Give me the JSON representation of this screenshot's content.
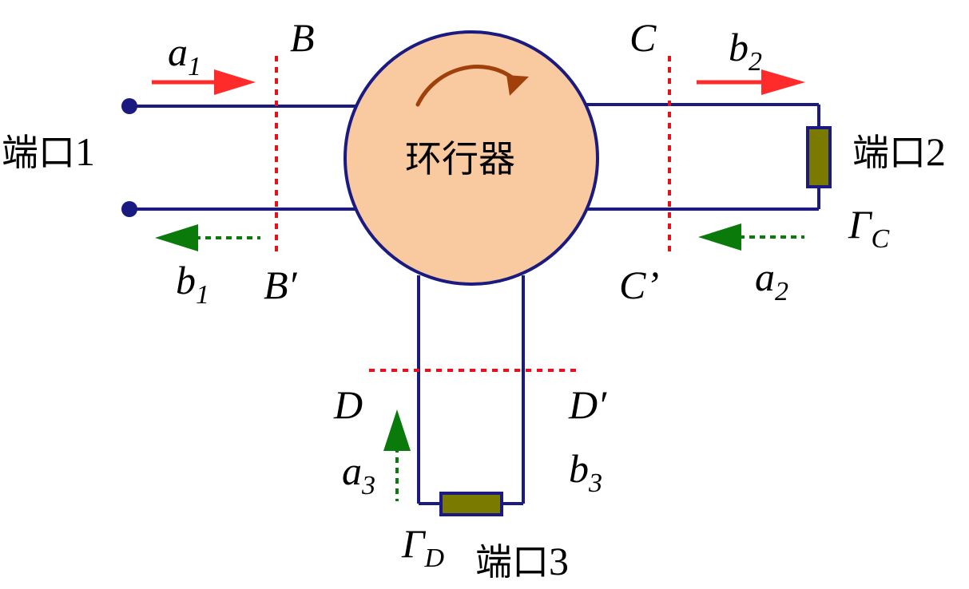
{
  "device": {
    "name": "环行器"
  },
  "ports": [
    {
      "prefix": "端口",
      "number": "1"
    },
    {
      "prefix": "端口",
      "number": "2"
    },
    {
      "prefix": "端口",
      "number": "3"
    }
  ],
  "reference_planes": {
    "B": "B",
    "B_prime": "B′",
    "C": "C",
    "C_prime": "C’",
    "D": "D",
    "D_prime": "D′"
  },
  "waves": {
    "a1": {
      "base": "a",
      "sub": "1"
    },
    "b1": {
      "base": "b",
      "sub": "1"
    },
    "a2": {
      "base": "a",
      "sub": "2"
    },
    "b2": {
      "base": "b",
      "sub": "2"
    },
    "a3": {
      "base": "a",
      "sub": "3"
    },
    "b3": {
      "base": "b",
      "sub": "3"
    }
  },
  "reflection": {
    "gamma_c": {
      "base": "Γ",
      "sub": "C"
    },
    "gamma_d": {
      "base": "Γ",
      "sub": "D"
    }
  },
  "colors": {
    "line": "#1a1a80",
    "circulator_fill": "#f9c9a0",
    "circulation_arrow": "#a0400a",
    "incident_arrow": "#ff2a2a",
    "reflected_arrow": "#0a7a0a",
    "plane": "#e8101a",
    "load_fill": "#7a7a00"
  }
}
